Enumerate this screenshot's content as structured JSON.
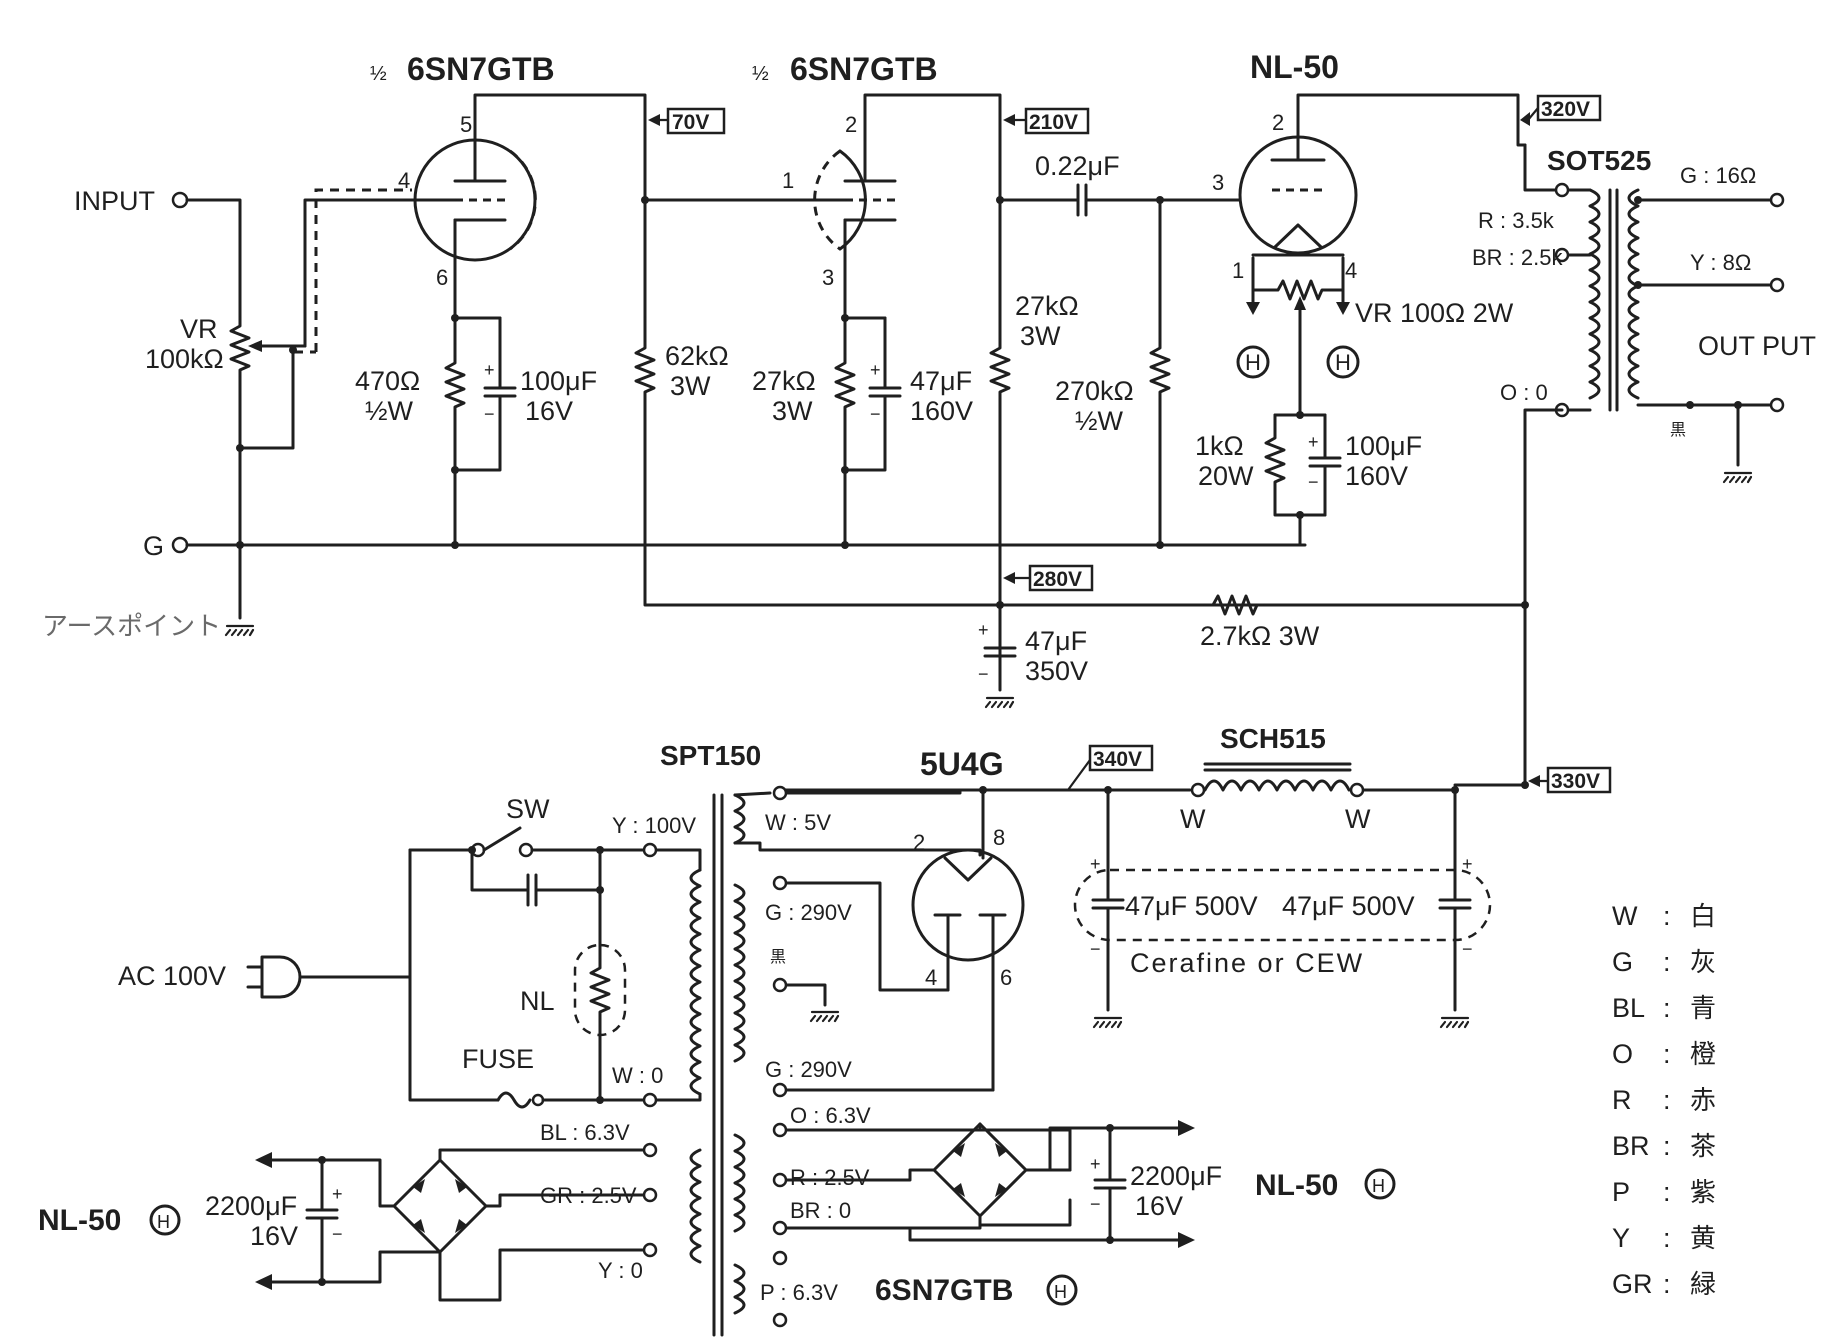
{
  "tubes": {
    "v1a": {
      "prefix": "½",
      "name": "6SN7GTB"
    },
    "v1b": {
      "prefix": "½",
      "name": "6SN7GTB"
    },
    "output": "NL-50",
    "rectifier": "5U4G"
  },
  "pins": {
    "v1a_plate": "5",
    "v1a_grid": "4",
    "v1a_cathode": "6",
    "v1b_plate": "2",
    "v1b_grid": "1",
    "v1b_cathode": "3",
    "nl50_plate": "2",
    "nl50_grid": "3",
    "nl50_fil_a": "1",
    "nl50_fil_b": "4",
    "rect_plate_a": "2",
    "rect_fil": "8",
    "rect_plate_b": "4",
    "rect_pin6": "6"
  },
  "voltages": {
    "v70": "70V",
    "v210": "210V",
    "v320": "320V",
    "v280": "280V",
    "v340": "340V",
    "v330": "330V"
  },
  "labels": {
    "input": "INPUT",
    "ground": "G",
    "earth_point": "アースポイント",
    "output": "OUT PUT",
    "heater_mark": "H"
  },
  "components": {
    "vr1_name": "VR",
    "vr1_value": "100kΩ",
    "rk1": "470Ω",
    "rk1_w": "½W",
    "ck1": "100μF",
    "ck1_v": "16V",
    "rl1": "62kΩ",
    "rl1_w": "3W",
    "rk2": "27kΩ",
    "rk2_w": "3W",
    "ck2": "47μF",
    "ck2_v": "160V",
    "rl2": "27kΩ",
    "rl2_w": "3W",
    "cc": "0.22μF",
    "rg": "270kΩ",
    "rg_w": "½W",
    "vr2": "VR 100Ω 2W",
    "rk3": "1kΩ",
    "rk3_w": "20W",
    "ck3": "100μF",
    "ck3_v": "160V",
    "cd": "47μF",
    "cd_v": "350V",
    "rd": "2.7kΩ 3W",
    "cf1": "47μF 500V",
    "cf2": "47μF 500V",
    "cf_note": "Cerafine or CEW",
    "choke": "SCH515",
    "choke_w1": "W",
    "choke_w2": "W"
  },
  "output_transformer": {
    "name": "SOT525",
    "r": "R : 3.5k",
    "br": "BR : 2.5k",
    "zero": "O : 0",
    "g": "G : 16Ω",
    "y": "Y : 8Ω",
    "com": "黒"
  },
  "power_transformer": {
    "name": "SPT150",
    "y100": "Y : 100V",
    "w0": "W : 0",
    "w5": "W : 5V",
    "g290a": "G : 290V",
    "com": "黒",
    "g290b": "G : 290V",
    "o63": "O : 6.3V",
    "r25": "R : 2.5V",
    "br0": "BR : 0",
    "p63": "P : 6.3V",
    "bl63": "BL : 6.3V",
    "gr25": "GR : 2.5V",
    "y0": "Y : 0"
  },
  "mains": {
    "ac": "AC 100V",
    "sw": "SW",
    "nl": "NL",
    "fuse": "FUSE"
  },
  "heater_supplies": {
    "left_name": "NL-50",
    "left_cap": "2200μF",
    "left_cap_v": "16V",
    "right_cap": "2200μF",
    "right_cap_v": "16V",
    "right_name": "NL-50",
    "bottom_name": "6SN7GTB"
  },
  "color_code": [
    {
      "code": "W",
      "sep": ":",
      "color": "白"
    },
    {
      "code": "G",
      "sep": ":",
      "color": "灰"
    },
    {
      "code": "BL",
      "sep": ":",
      "color": "青"
    },
    {
      "code": "O",
      "sep": ":",
      "color": "橙"
    },
    {
      "code": "R",
      "sep": ":",
      "color": "赤"
    },
    {
      "code": "BR",
      "sep": ":",
      "color": "茶"
    },
    {
      "code": "P",
      "sep": ":",
      "color": "紫"
    },
    {
      "code": "Y",
      "sep": ":",
      "color": "黄"
    },
    {
      "code": "GR",
      "sep": ":",
      "color": "緑"
    }
  ]
}
